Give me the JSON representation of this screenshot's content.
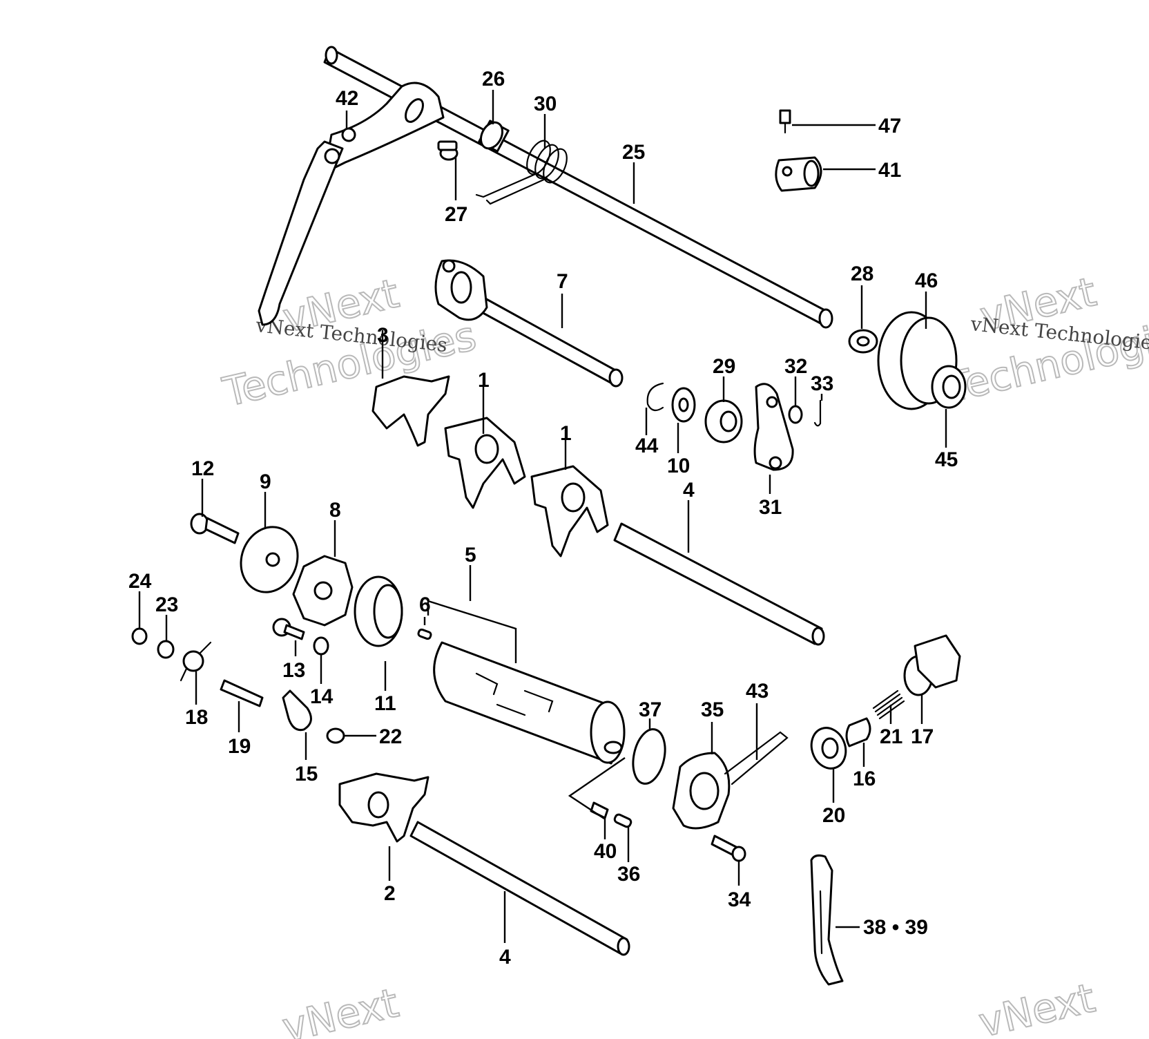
{
  "watermark": {
    "brand": "vNext",
    "suffix": "Technologies",
    "full": "vNext Technologies"
  },
  "callouts": {
    "c1a": "1",
    "c1b": "1",
    "c2": "2",
    "c3": "3",
    "c4a": "4",
    "c4b": "4",
    "c5": "5",
    "c6": "6",
    "c7": "7",
    "c8": "8",
    "c9": "9",
    "c10": "10",
    "c11": "11",
    "c12": "12",
    "c13": "13",
    "c14": "14",
    "c15": "15",
    "c16": "16",
    "c17": "17",
    "c18": "18",
    "c19": "19",
    "c20": "20",
    "c21": "21",
    "c22": "22",
    "c23": "23",
    "c24": "24",
    "c25": "25",
    "c26": "26",
    "c27": "27",
    "c28": "28",
    "c29": "29",
    "c30": "30",
    "c31": "31",
    "c32": "32",
    "c33": "33",
    "c34": "34",
    "c35": "35",
    "c36": "36",
    "c37": "37",
    "c38_39": "38 • 39",
    "c40": "40",
    "c41": "41",
    "c42": "42",
    "c43": "43",
    "c44": "44",
    "c45": "45",
    "c46": "46",
    "c47": "47"
  },
  "colors": {
    "line": "#000000",
    "background": "#ffffff",
    "watermark": "#b9b9b9"
  }
}
